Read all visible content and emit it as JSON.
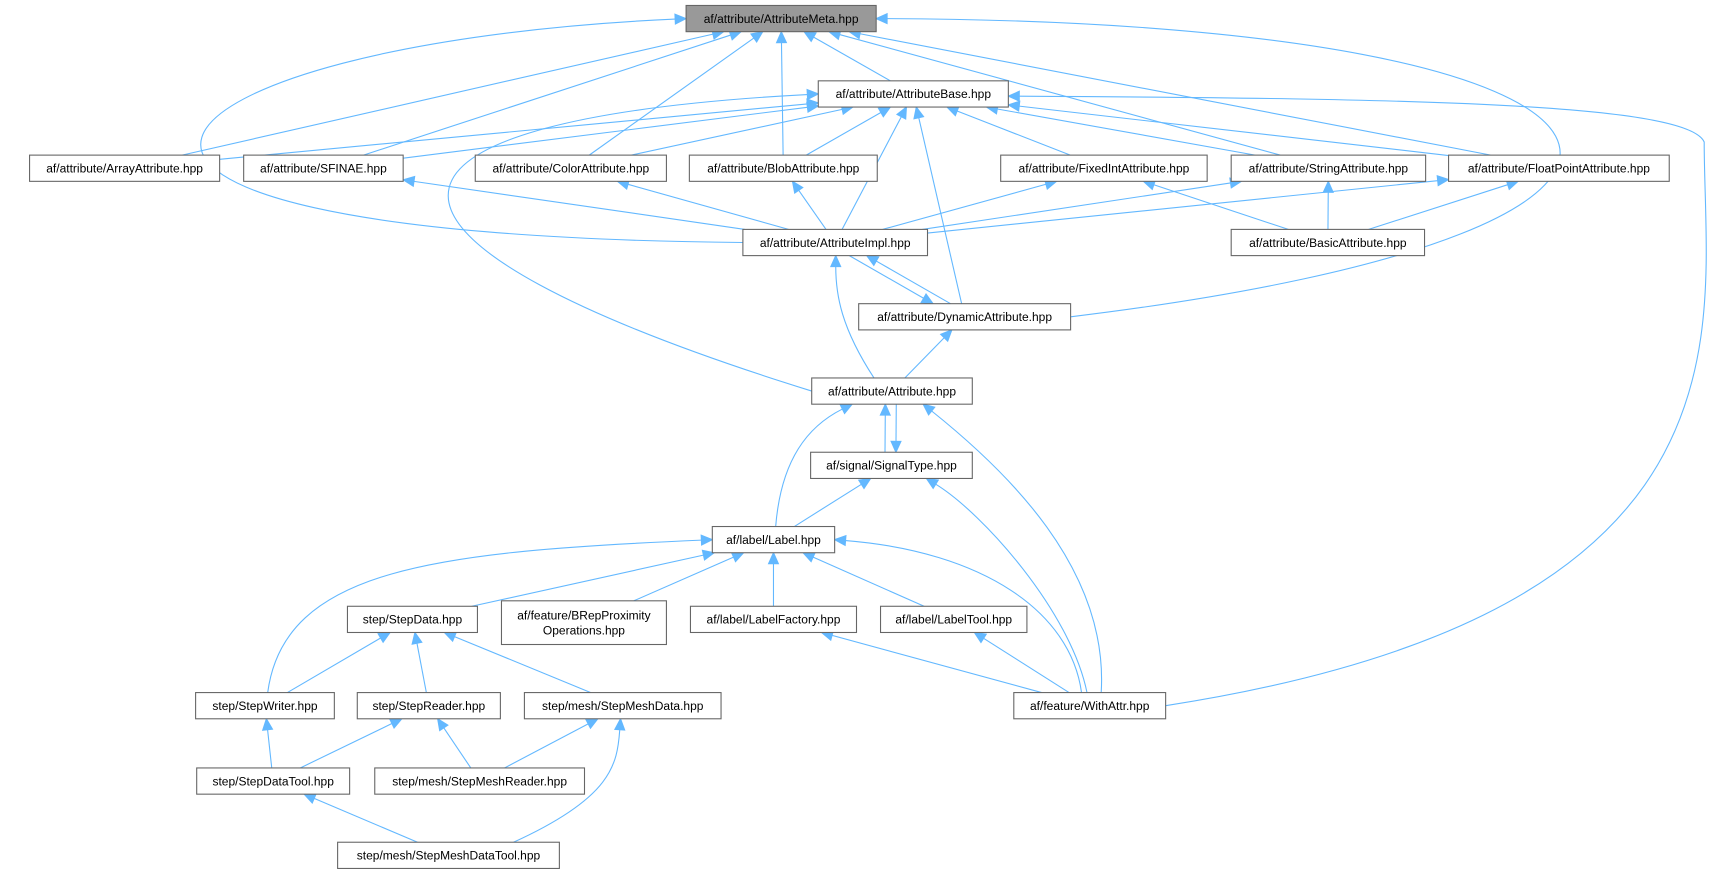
{
  "graph": {
    "root": "meta",
    "nodes": {
      "meta": "af/attribute/AttributeMeta.hpp",
      "base": "af/attribute/AttributeBase.hpp",
      "array": "af/attribute/ArrayAttribute.hpp",
      "sfinae": "af/attribute/SFINAE.hpp",
      "color": "af/attribute/ColorAttribute.hpp",
      "blob": "af/attribute/BlobAttribute.hpp",
      "fixedint": "af/attribute/FixedIntAttribute.hpp",
      "string": "af/attribute/StringAttribute.hpp",
      "floatpoint": "af/attribute/FloatPointAttribute.hpp",
      "impl": "af/attribute/AttributeImpl.hpp",
      "basic": "af/attribute/BasicAttribute.hpp",
      "dynamic": "af/attribute/DynamicAttribute.hpp",
      "attribute": "af/attribute/Attribute.hpp",
      "signal": "af/signal/SignalType.hpp",
      "label": "af/label/Label.hpp",
      "stepdata": "step/StepData.hpp",
      "brep_line1": "af/feature/BRepProximity",
      "brep_line2": "Operations.hpp",
      "labelfactory": "af/label/LabelFactory.hpp",
      "labeltool": "af/label/LabelTool.hpp",
      "stepwriter": "step/StepWriter.hpp",
      "stepreader": "step/StepReader.hpp",
      "stepmeshdata": "step/mesh/StepMeshData.hpp",
      "withattr": "af/feature/WithAttr.hpp",
      "stepdatatool": "step/StepDataTool.hpp",
      "stepmeshreader": "step/mesh/StepMeshReader.hpp",
      "stepmeshdatatool": "step/mesh/StepMeshDataTool.hpp"
    },
    "edges": [
      [
        "array",
        "meta"
      ],
      [
        "array",
        "base"
      ],
      [
        "sfinae",
        "meta"
      ],
      [
        "sfinae",
        "base"
      ],
      [
        "color",
        "meta"
      ],
      [
        "color",
        "base"
      ],
      [
        "blob",
        "meta"
      ],
      [
        "blob",
        "base"
      ],
      [
        "fixedint",
        "base"
      ],
      [
        "string",
        "meta"
      ],
      [
        "string",
        "base"
      ],
      [
        "floatpoint",
        "meta"
      ],
      [
        "floatpoint",
        "base"
      ],
      [
        "base",
        "meta"
      ],
      [
        "impl",
        "meta"
      ],
      [
        "impl",
        "base"
      ],
      [
        "impl",
        "sfinae"
      ],
      [
        "impl",
        "color"
      ],
      [
        "impl",
        "blob"
      ],
      [
        "impl",
        "fixedint"
      ],
      [
        "impl",
        "string"
      ],
      [
        "impl",
        "floatpoint"
      ],
      [
        "basic",
        "fixedint"
      ],
      [
        "basic",
        "string"
      ],
      [
        "basic",
        "floatpoint"
      ],
      [
        "dynamic",
        "meta"
      ],
      [
        "dynamic",
        "base"
      ],
      [
        "dynamic",
        "impl"
      ],
      [
        "impl",
        "dynamic"
      ],
      [
        "attribute",
        "base"
      ],
      [
        "attribute",
        "impl"
      ],
      [
        "attribute",
        "dynamic"
      ],
      [
        "attribute",
        "signal"
      ],
      [
        "signal",
        "attribute"
      ],
      [
        "label",
        "attribute"
      ],
      [
        "label",
        "signal"
      ],
      [
        "withattr",
        "base"
      ],
      [
        "withattr",
        "attribute"
      ],
      [
        "withattr",
        "signal"
      ],
      [
        "withattr",
        "label"
      ],
      [
        "withattr",
        "labelfactory"
      ],
      [
        "withattr",
        "labeltool"
      ],
      [
        "stepdata",
        "label"
      ],
      [
        "brep",
        "label"
      ],
      [
        "labelfactory",
        "label"
      ],
      [
        "labeltool",
        "label"
      ],
      [
        "stepwriter",
        "label"
      ],
      [
        "stepwriter",
        "stepdata"
      ],
      [
        "stepreader",
        "stepdata"
      ],
      [
        "stepmeshdata",
        "stepdata"
      ],
      [
        "stepdatatool",
        "stepwriter"
      ],
      [
        "stepdatatool",
        "stepreader"
      ],
      [
        "stepmeshreader",
        "stepreader"
      ],
      [
        "stepmeshreader",
        "stepmeshdata"
      ],
      [
        "stepmeshdatatool",
        "stepdatatool"
      ],
      [
        "stepmeshdatatool",
        "stepmeshdata"
      ]
    ],
    "colors": {
      "edge": "#63b8ff",
      "root_fill": "#999999"
    }
  }
}
